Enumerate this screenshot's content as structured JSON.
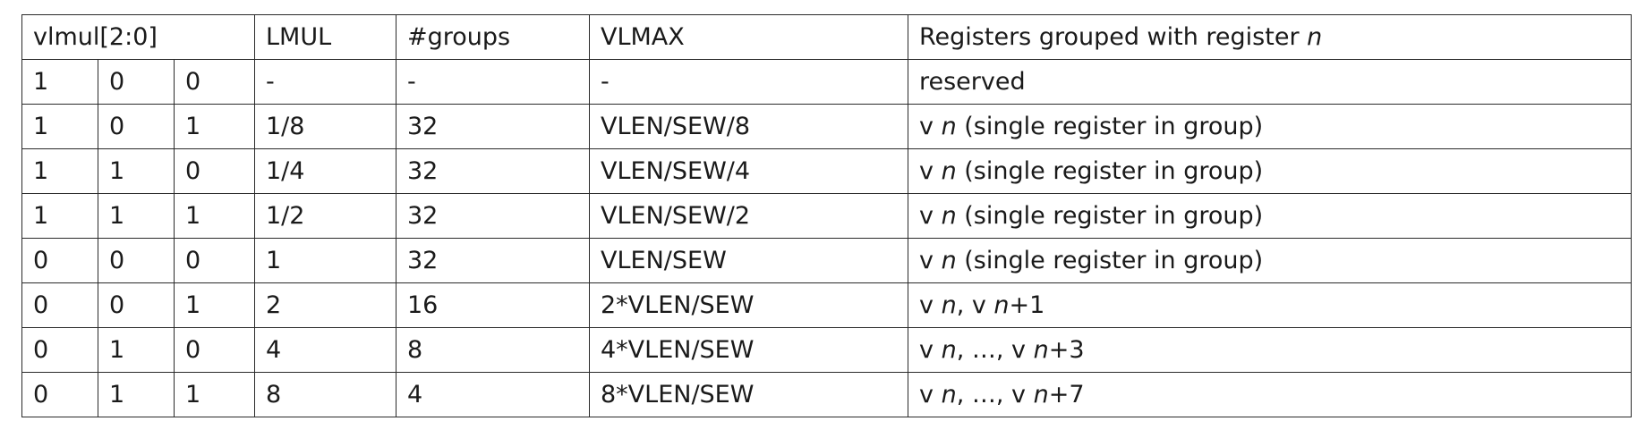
{
  "header": {
    "vlmul": "vlmul[2:0]",
    "lmul": "LMUL",
    "groups": "#groups",
    "vlmax": "VLMAX",
    "registers_prefix": "Registers grouped with register",
    "registers_var": "n"
  },
  "rows": [
    {
      "b2": "1",
      "b1": "0",
      "b0": "0",
      "lmul": "-",
      "groups": "-",
      "vlmax": "-",
      "reg": [
        {
          "t": "reserved",
          "i": false
        }
      ]
    },
    {
      "b2": "1",
      "b1": "0",
      "b0": "1",
      "lmul": "1/8",
      "groups": "32",
      "vlmax": "VLEN/SEW/8",
      "reg": [
        {
          "t": "v ",
          "i": false
        },
        {
          "t": "n",
          "i": true
        },
        {
          "t": " (single register in group)",
          "i": false
        }
      ]
    },
    {
      "b2": "1",
      "b1": "1",
      "b0": "0",
      "lmul": "1/4",
      "groups": "32",
      "vlmax": "VLEN/SEW/4",
      "reg": [
        {
          "t": "v ",
          "i": false
        },
        {
          "t": "n",
          "i": true
        },
        {
          "t": " (single register in group)",
          "i": false
        }
      ]
    },
    {
      "b2": "1",
      "b1": "1",
      "b0": "1",
      "lmul": "1/2",
      "groups": "32",
      "vlmax": "VLEN/SEW/2",
      "reg": [
        {
          "t": "v ",
          "i": false
        },
        {
          "t": "n",
          "i": true
        },
        {
          "t": " (single register in group)",
          "i": false
        }
      ]
    },
    {
      "b2": "0",
      "b1": "0",
      "b0": "0",
      "lmul": "1",
      "groups": "32",
      "vlmax": "VLEN/SEW",
      "reg": [
        {
          "t": "v ",
          "i": false
        },
        {
          "t": "n",
          "i": true
        },
        {
          "t": " (single register in group)",
          "i": false
        }
      ]
    },
    {
      "b2": "0",
      "b1": "0",
      "b0": "1",
      "lmul": "2",
      "groups": "16",
      "vlmax": "2*VLEN/SEW",
      "reg": [
        {
          "t": "v ",
          "i": false
        },
        {
          "t": "n",
          "i": true
        },
        {
          "t": ", v ",
          "i": false
        },
        {
          "t": "n",
          "i": true
        },
        {
          "t": "+1",
          "i": false
        }
      ]
    },
    {
      "b2": "0",
      "b1": "1",
      "b0": "0",
      "lmul": "4",
      "groups": "8",
      "vlmax": "4*VLEN/SEW",
      "reg": [
        {
          "t": "v ",
          "i": false
        },
        {
          "t": "n",
          "i": true
        },
        {
          "t": ", …, v ",
          "i": false
        },
        {
          "t": "n",
          "i": true
        },
        {
          "t": "+3",
          "i": false
        }
      ]
    },
    {
      "b2": "0",
      "b1": "1",
      "b0": "1",
      "lmul": "8",
      "groups": "4",
      "vlmax": "8*VLEN/SEW",
      "reg": [
        {
          "t": "v ",
          "i": false
        },
        {
          "t": "n",
          "i": true
        },
        {
          "t": ", …, v ",
          "i": false
        },
        {
          "t": "n",
          "i": true
        },
        {
          "t": "+7",
          "i": false
        }
      ]
    }
  ]
}
